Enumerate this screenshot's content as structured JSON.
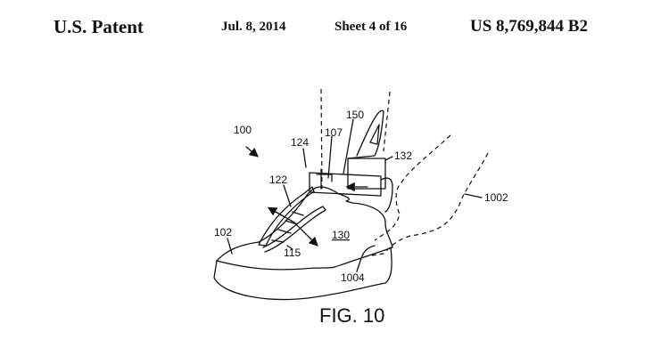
{
  "header": {
    "office": "U.S. Patent",
    "date": "Jul. 8, 2014",
    "sheet": "Sheet 4 of 16",
    "patent_number": "US 8,769,844 B2"
  },
  "figure": {
    "caption": "FIG. 10",
    "reference_numerals": {
      "r100": "100",
      "r124": "124",
      "r107": "107",
      "r150": "150",
      "r132": "132",
      "r122": "122",
      "r1002": "1002",
      "r102": "102",
      "r130": "130",
      "r115": "115",
      "r1004": "1004"
    }
  }
}
